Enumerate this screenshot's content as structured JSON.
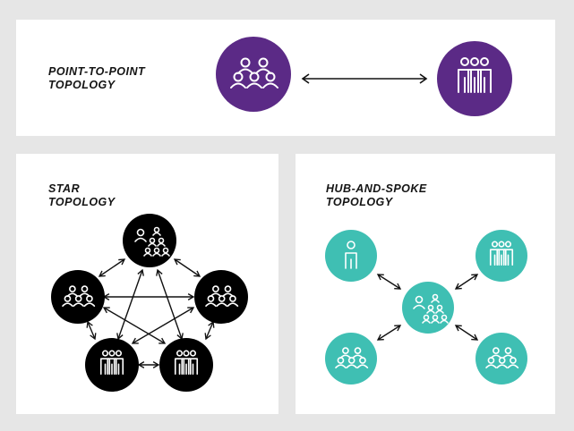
{
  "point_to_point": {
    "title_line1": "POINT-TO-POINT",
    "title_line2": "TOPOLOGY",
    "color": "#5b2a86"
  },
  "star": {
    "title_line1": "STAR",
    "title_line2": "TOPOLOGY",
    "color": "#000000"
  },
  "hub_and_spoke": {
    "title_line1": "HUB-AND-SPOKE",
    "title_line2": "TOPOLOGY",
    "color": "#3fbfb3"
  },
  "icons": {
    "group": "people-group-icon",
    "standing": "standing-people-icon",
    "single": "person-icon",
    "hierarchy": "org-hierarchy-icon"
  }
}
